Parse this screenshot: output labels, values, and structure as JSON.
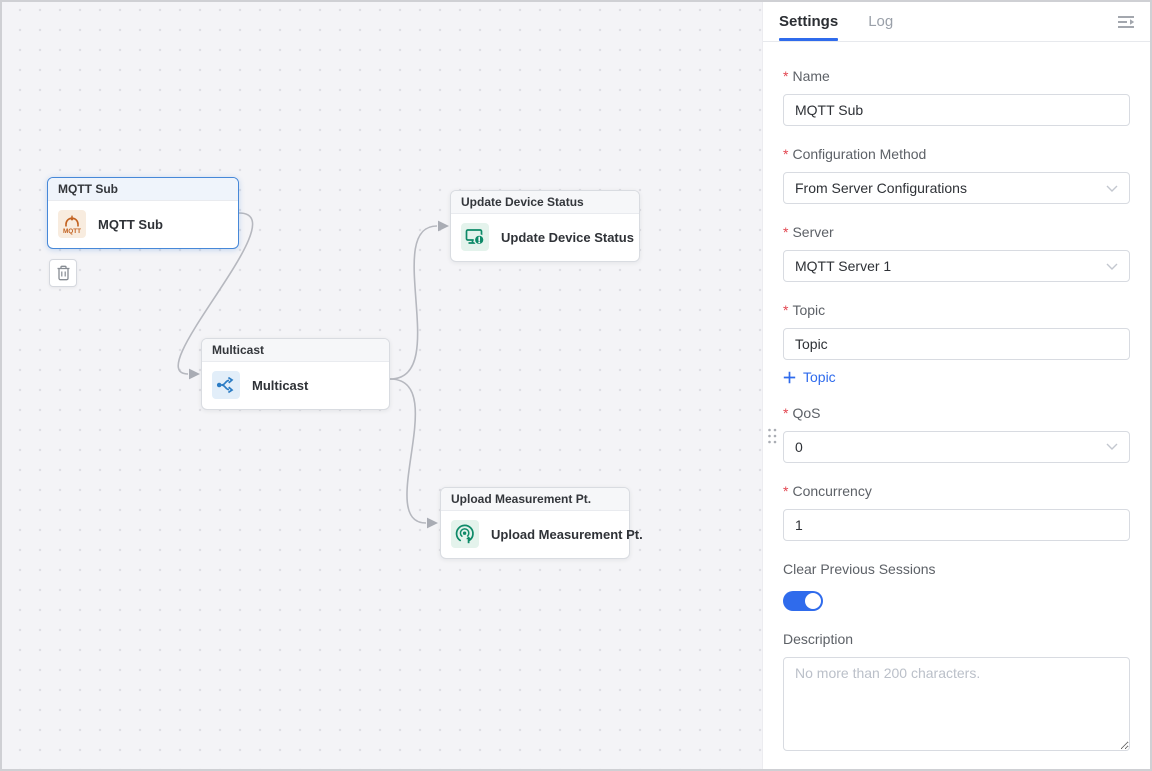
{
  "colors": {
    "accent_blue": "#2f6bec",
    "required_red": "#e2444f",
    "connection_gray": "#b6b8bf",
    "selected_node_border": "#4788d8",
    "mqtt_orange": "#c2611f",
    "multicast_blue": "#2b7cc4",
    "status_green": "#0e8a68",
    "canvas_background": "#f4f4f7"
  },
  "canvas": {
    "nodes": [
      {
        "title": "MQTT Sub",
        "label": "MQTT Sub",
        "icon": "mqtt-sub-icon",
        "selected": true
      },
      {
        "title": "Multicast",
        "label": "Multicast",
        "icon": "multicast-icon",
        "selected": false
      },
      {
        "title": "Update Device Status",
        "label": "Update Device Status",
        "icon": "update-device-status-icon",
        "selected": false
      },
      {
        "title": "Upload Measurement Pt.",
        "label": "Upload Measurement Pt.",
        "icon": "upload-measurement-icon",
        "selected": false
      }
    ],
    "edges": [
      {
        "from": "MQTT Sub",
        "to": "Multicast"
      },
      {
        "from": "Multicast",
        "to": "Update Device Status"
      },
      {
        "from": "Multicast",
        "to": "Upload Measurement Pt."
      }
    ]
  },
  "panel": {
    "required_marker": "*",
    "tabs": [
      {
        "label": "Settings",
        "active": true
      },
      {
        "label": "Log",
        "active": false
      }
    ],
    "fields": {
      "name": {
        "label": "Name",
        "required": true,
        "value": "MQTT Sub"
      },
      "configuration_method": {
        "label": "Configuration Method",
        "required": true,
        "value": "From Server Configurations"
      },
      "server": {
        "label": "Server",
        "required": true,
        "value": "MQTT Server 1"
      },
      "topic": {
        "label": "Topic",
        "required": true,
        "value": "Topic",
        "add_label": "Topic"
      },
      "qos": {
        "label": "QoS",
        "required": true,
        "value": "0"
      },
      "concurrency": {
        "label": "Concurrency",
        "required": true,
        "value": "1"
      },
      "clear_previous_sessions": {
        "label": "Clear Previous Sessions",
        "enabled": true
      },
      "description": {
        "label": "Description",
        "value": "",
        "placeholder": "No more than 200 characters."
      }
    }
  }
}
